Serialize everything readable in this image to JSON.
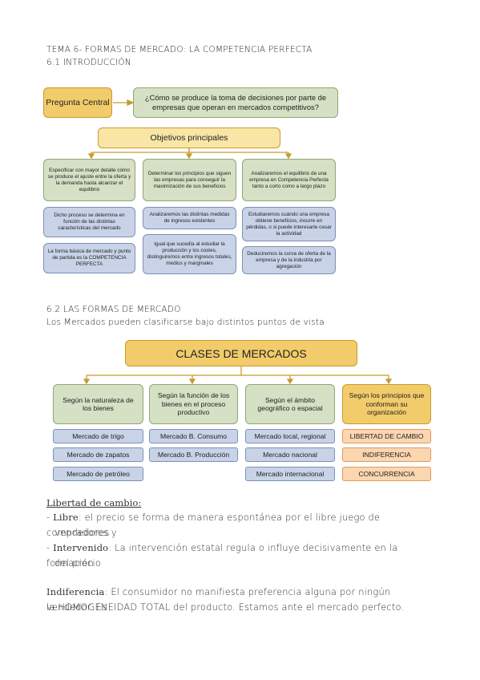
{
  "header": {
    "tema": "TEMA 6- FORMAS DE MERCADO: LA COMPETENCIA PERFECTA",
    "section1": "6.1 INTRODUCCIÓN"
  },
  "diagram1": {
    "pregunta": "Pregunta Central",
    "question": "¿Cómo se produce la toma de decisiones por parte de empresas que operan en mercados competitivos?",
    "objetivos": "Objetivos principales",
    "col1": [
      "Especificar con mayor detalle cómo se produce el ajuste entre la oferta y la demanda hasta alcanzar el equilibrio",
      "Dicho proceso se determina en función de las distintas características del mercado",
      "La forma básica de mercado y punto de partida es la COMPETENCIA PERFECTA"
    ],
    "col2": [
      "Determinar los principios que siguen las empresas para conseguir la maximización de sus beneficios",
      "Analizaremos las distintas medidas de ingresos existentes",
      "Igual que sucedía al estudiar la producción y los costes, distinguiremos entre ingresos totales, medios y marginales"
    ],
    "col3": [
      "Analizaremos el equilibrio de una empresa en Competencia Perfecta tanto a corto como a largo plazo",
      "Estudiaremos cuándo una empresa obtiene beneficios, incurre en pérdidas, o si puede interesarle cesar la actividad",
      "Deduciremos la curva de oferta de la empresa y de la industria por agregación"
    ]
  },
  "section2": {
    "title": "6.2 LAS FORMAS DE MERCADO",
    "subtitle": "Los Mercados pueden clasificarse bajo distintos puntos de vista"
  },
  "diagram2": {
    "title": "CLASES DE MERCADOS",
    "categories": [
      {
        "label": "Según la naturaleza de los bienes",
        "items": [
          "Mercado de trigo",
          "Mercado de zapatos",
          "Mercado de petróleo"
        ]
      },
      {
        "label": "Según la función de los bienes en el proceso productivo",
        "items": [
          "Mercado B. Consumo",
          "Mercado B. Producción"
        ]
      },
      {
        "label": "Según el ámbito geográfico o espacial",
        "items": [
          "Mercado local, regional",
          "Mercado nacional",
          "Mercado internacional"
        ]
      },
      {
        "label": "Según los principios que conforman su organización",
        "items": [
          "LIBERTAD DE CAMBIO",
          "INDIFERENCIA",
          "CONCURRENCIA"
        ]
      }
    ]
  },
  "notes": {
    "libertad_title": "Libertad de cambio:",
    "libre_term": "Libre",
    "libre_text": ": el precio se forma de manera espontánea por el libre juego de compradores y",
    "libre_text2": "vendedores",
    "interv_term": "Intervenido",
    "interv_text": ": La intervención estatal regula o influye decisivamente en la formación",
    "interv_text2": "del precio",
    "indif_term": "Indiferencia",
    "indif_text": ": El consumidor no manifiesta preferencia alguna por ningún vendedor. Es",
    "indif_text2": "la HOMOGENEIDAD TOTAL del producto. Estamos ante el mercado perfecto."
  },
  "colors": {
    "gold": "#f2cc6b",
    "green": "#d5e0c4",
    "blue": "#c9d3e8",
    "orange": "#fbd6b1",
    "connector": "#c99a2e"
  }
}
